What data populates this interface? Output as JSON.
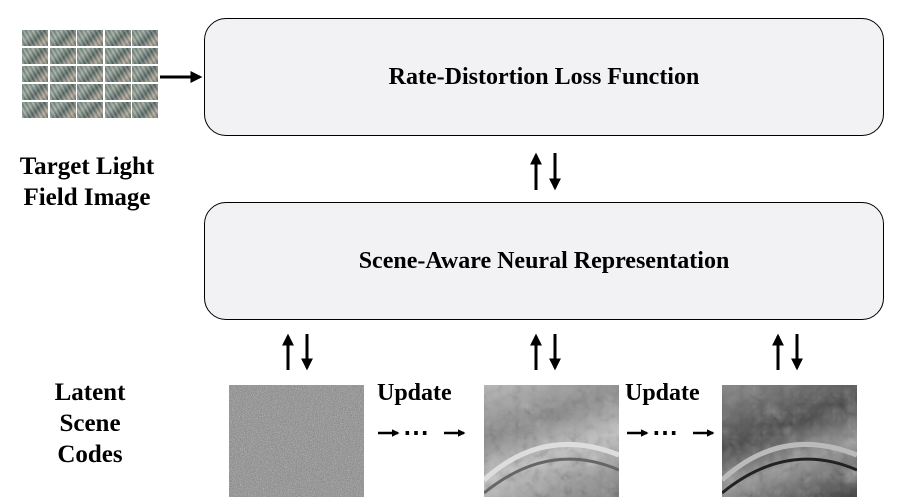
{
  "boxes": {
    "loss": "Rate-Distortion Loss Function",
    "representation": "Scene-Aware Neural Representation"
  },
  "labels": {
    "target_line1": "Target Light",
    "target_line2": "Field Image",
    "latent_line1": "Latent",
    "latent_line2": "Scene",
    "latent_line3": "Codes"
  },
  "update_steps": [
    "Update",
    "Update"
  ],
  "ellipsis": "⋯",
  "thumbnail_grid": {
    "rows": 5,
    "cols": 5
  },
  "latent_codes": [
    "random-noise",
    "partially-optimized",
    "optimized"
  ],
  "icons": [
    "bidirectional-arrow-icon",
    "right-arrow-icon"
  ],
  "colors": {
    "box_fill": "#f2f2f4",
    "stroke": "#000000"
  }
}
